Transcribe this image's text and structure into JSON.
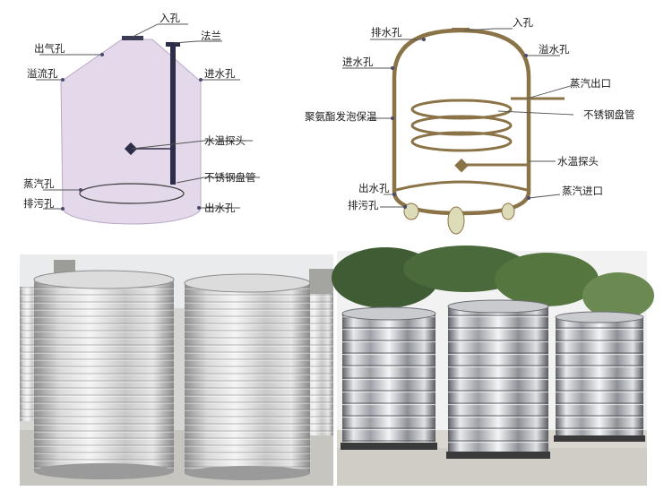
{
  "left_diagram": {
    "labels": {
      "manhole": "入孔",
      "flange": "法兰",
      "vent": "出气孔",
      "overflow": "溢流孔",
      "inlet": "进水孔",
      "temp_probe": "水温探头",
      "stainless_coil": "不锈钢盘管",
      "steam_hole": "蒸汽孔",
      "drain": "排污孔",
      "outlet": "出水孔"
    }
  },
  "right_diagram": {
    "labels": {
      "drain_hole": "排水孔",
      "manhole": "入孔",
      "overflow": "溢水孔",
      "inlet": "进水孔",
      "steam_out": "蒸汽出口",
      "insulation": "聚氨酯发泡保温",
      "stainless_coil": "不锈钢盘管",
      "temp_probe": "水温探头",
      "outlet": "出水孔",
      "steam_in": "蒸汽进口",
      "sewage": "排污孔"
    }
  },
  "colors": {
    "left_tank_fill": "#e4d9ea",
    "right_tank_stroke": "#8b7348",
    "photo_sky": "#f2f2f2",
    "steel_light": "#e6e6e6",
    "steel_dark": "#8f8f8f"
  }
}
